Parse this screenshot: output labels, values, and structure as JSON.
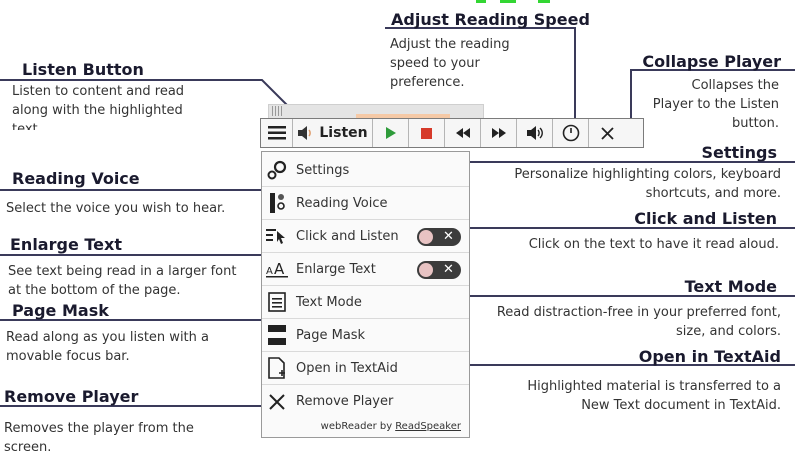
{
  "toolbar": {
    "listen_label": "Listen"
  },
  "menu": {
    "items": [
      {
        "label": "Settings",
        "icon": "settings-icon"
      },
      {
        "label": "Reading Voice",
        "icon": "voice-icon"
      },
      {
        "label": "Click and Listen",
        "icon": "click-listen-icon",
        "toggle": "off"
      },
      {
        "label": "Enlarge Text",
        "icon": "enlarge-text-icon",
        "toggle": "off"
      },
      {
        "label": "Text Mode",
        "icon": "text-mode-icon"
      },
      {
        "label": "Page Mask",
        "icon": "page-mask-icon"
      },
      {
        "label": "Open in TextAid",
        "icon": "textaid-icon"
      },
      {
        "label": "Remove Player",
        "icon": "remove-icon"
      }
    ],
    "footer_prefix": "webReader by",
    "footer_brand": "ReadSpeaker"
  },
  "annotations": {
    "adjust_speed": {
      "title": "Adjust Reading Speed",
      "l1": "Adjust the reading",
      "l2": "speed to your",
      "l3": "preference."
    },
    "listen": {
      "title": "Listen Button",
      "l1": "Listen to content and read",
      "l2": "along with the highlighted",
      "l3": "text"
    },
    "collapse": {
      "title": "Collapse Player",
      "l1": "Collapses the",
      "l2": "Player to the Listen",
      "l3": "button."
    },
    "reading_voice": {
      "title": "Reading Voice",
      "l1": "Select the voice you wish to hear."
    },
    "settings": {
      "title": "Settings",
      "l1": "Personalize highlighting colors, keyboard",
      "l2": "shortcuts, and more."
    },
    "enlarge": {
      "title": "Enlarge Text",
      "l1": "See text being read in a larger font",
      "l2": "at the bottom of the page."
    },
    "click_listen": {
      "title": "Click and Listen",
      "l1": "Click on the text to have it read aloud."
    },
    "page_mask": {
      "title": "Page Mask",
      "l1": "Read along as you listen with a",
      "l2": "movable focus bar."
    },
    "text_mode": {
      "title": "Text Mode",
      "l1": "Read distraction-free in your preferred font,",
      "l2": "size, and colors."
    },
    "textaid": {
      "title": "Open in TextAid",
      "l1": "Highlighted material is transferred to a",
      "l2": "New Text document in TextAid."
    },
    "remove": {
      "title": "Remove Player",
      "l1": "Removes the player from the",
      "l2": "screen."
    }
  },
  "colors": {
    "line": "#3a3a5a",
    "play": "#2e9b3a",
    "stop": "#d63a2a",
    "accent": "#33d633"
  }
}
